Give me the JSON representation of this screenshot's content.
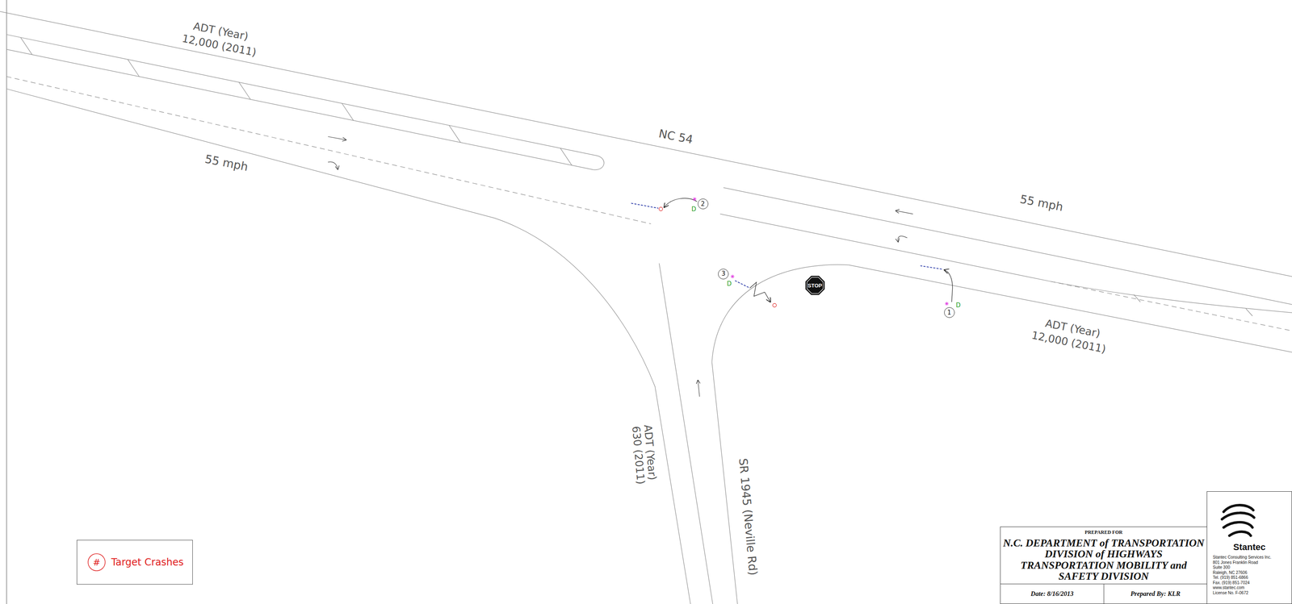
{
  "diagram": {
    "nodes": [
      {
        "text": [
          "2"
        ]
      },
      {
        "text": [
          "3"
        ]
      },
      {
        "text": [
          "STOP"
        ]
      },
      {
        "text": [
          "1"
        ]
      },
      {
        "text": [
          "PREPARED FOR",
          "N.C. DEPARTMENT of TRANSPORTATION",
          "DIVISION of HIGHWAYS",
          "TRANSPORTATION MOBILITY and",
          "SAFETY DIVISION"
        ]
      },
      {
        "text": [
          "Date: 8/16/2013"
        ]
      },
      {
        "text": [
          "Prepared By: KLR"
        ]
      },
      {
        "text": [
          "Stantec",
          "Stantec Consulting Services Inc.",
          "801 Jones Franklin Road",
          "Suite 300",
          "Raleigh, NC 27606",
          "Tel. (919) 851-6866",
          "Fax. (919) 851-7024",
          "www.stantec.com",
          "License No. F-0672"
        ]
      }
    ],
    "labels": [
      "ADT (Year)",
      "12,000 (2011)",
      "NC 54",
      "55 mph",
      "55 mph",
      "D",
      "D",
      "D",
      "ADT (Year)",
      "12,000 (2011)",
      "ADT (Year)",
      "630 (2011)",
      "SR 1945 (Neville Rd)",
      "#"
    ],
    "legend": [
      {
        "text": "Target Crashes"
      }
    ]
  }
}
